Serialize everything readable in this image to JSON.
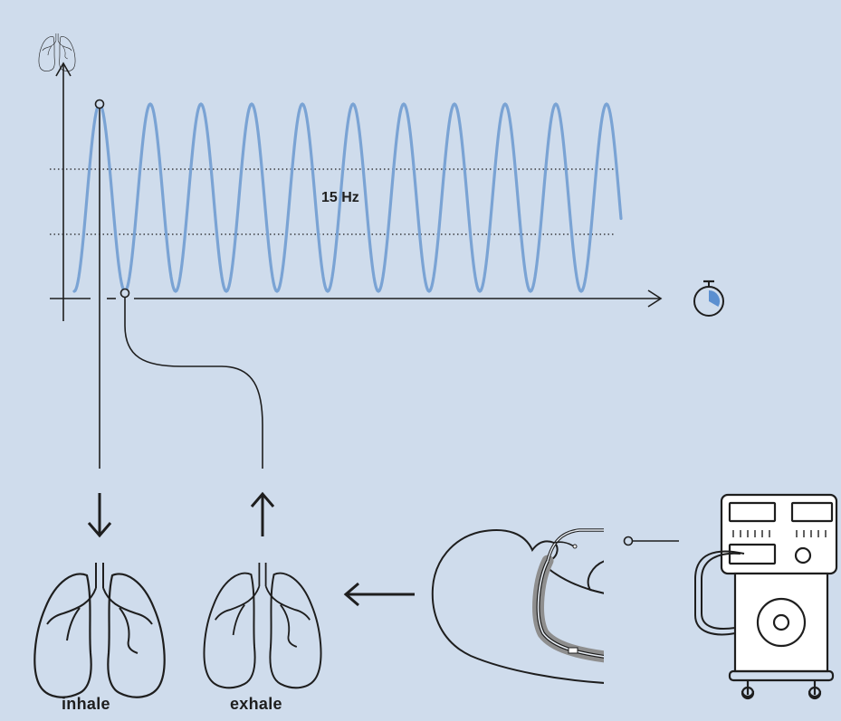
{
  "frequency_label": "15 Hz",
  "phases": {
    "inhale": "inhale",
    "exhale": "exhale"
  },
  "colors": {
    "background": "#cfdcec",
    "wave": "#7aa3d4",
    "line": "#1e1e1e",
    "timer_accent": "#5b8fd0",
    "tube_shadow": "#8e8e8e"
  },
  "icons": [
    "lungs-icon",
    "stopwatch-icon",
    "ventilator-icon",
    "patient-head-icon"
  ]
}
